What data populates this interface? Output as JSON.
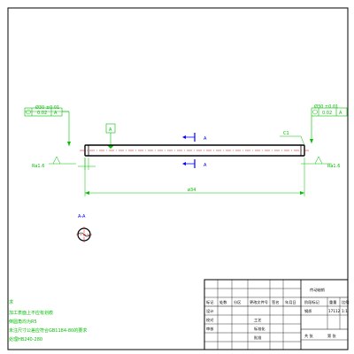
{
  "colors": {
    "dimension": "#00c000",
    "annotation": "#0000ff",
    "outline": "#000000",
    "centerline": "#e00000"
  },
  "tolerance_left": {
    "diameter": "Ø30 ±0.01",
    "circularity": "0.02",
    "datum": "A"
  },
  "tolerance_right": {
    "diameter": "Ø30 ±0.01",
    "circularity": "0.02",
    "datum": "A"
  },
  "datum_label": "A",
  "roughness_left": "Ra1.6",
  "roughness_right": "Ra1.6",
  "chamfer_label": "C1",
  "length_label": "ø34",
  "section_marker_top": "A",
  "section_marker_bottom": "A",
  "section_title": "A-A",
  "notes": [
    "求",
    "加工表面上不应有划痕",
    "倒圆角均为R5",
    "未注尺寸公差应符合GB1184-80的要求",
    "处理HB240-280"
  ],
  "title_block": {
    "part_name": "传动轴销",
    "headers": [
      "标记",
      "处数",
      "分区",
      "更改文件号",
      "签名",
      "年月日"
    ],
    "row_design": "设计",
    "row_check": "校对",
    "row_approve": "审核",
    "row_process": "工艺",
    "row_standard": "标准化",
    "row_date": "批准",
    "stage_label": "阶段标记",
    "weight_label": "重量",
    "scale_label": "比例",
    "material_label": "钢质",
    "weight_value": "17112",
    "scale_value": "1:1",
    "sheet_label": "共 张",
    "sheet_of": "第 张"
  }
}
